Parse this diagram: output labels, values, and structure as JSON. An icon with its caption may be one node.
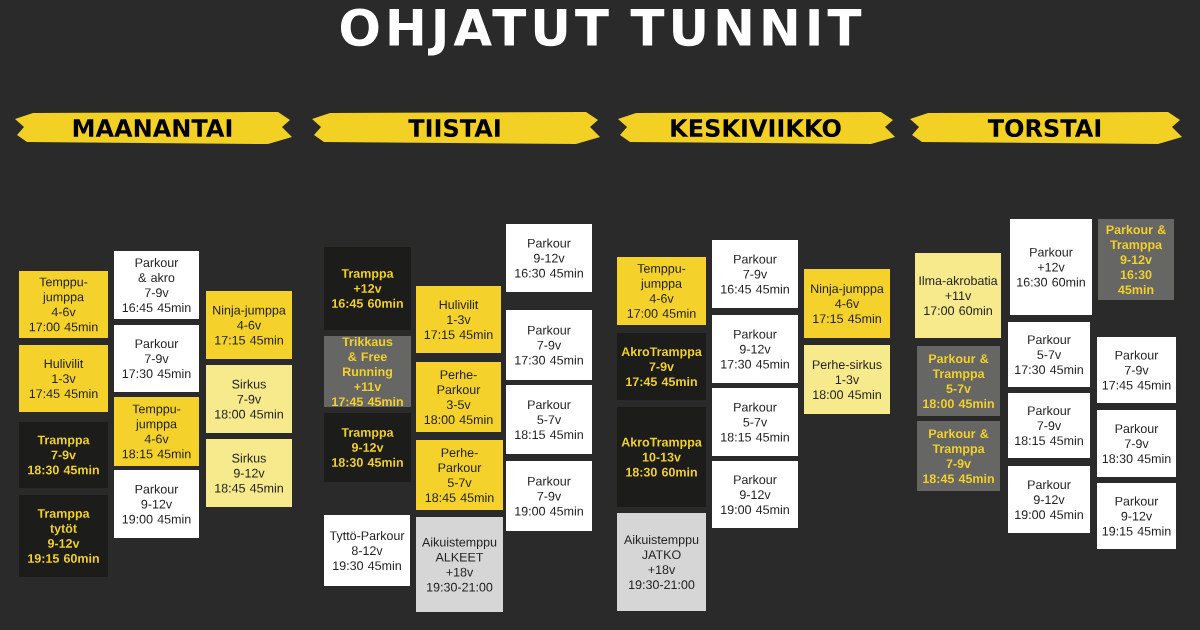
{
  "diagram": {
    "title": "OHJATUT TUNNIT",
    "nodes": [
      {
        "text": [
          "MAANANTAI"
        ]
      },
      {
        "text": [
          "TIISTAI"
        ]
      },
      {
        "text": [
          "KESKIVIIKKO"
        ]
      },
      {
        "text": [
          "TORSTAI"
        ]
      },
      {
        "text": [
          "Temppu-jumppa",
          "4-6v",
          "17:00 45min"
        ]
      },
      {
        "text": [
          "Hulivilit",
          "1-3v",
          "17:45 45min"
        ]
      },
      {
        "text": [
          "Tramppa",
          "7-9v",
          "18:30 45min"
        ]
      },
      {
        "text": [
          "Tramppa tytöt",
          "9-12v",
          "19:15 60min"
        ]
      },
      {
        "text": [
          "Parkour & akro",
          "7-9v",
          "16:45 45min"
        ]
      },
      {
        "text": [
          "Parkour",
          "7-9v",
          "17:30 45min"
        ]
      },
      {
        "text": [
          "Temppu-jumppa",
          "4-6v",
          "18:15 45min"
        ]
      },
      {
        "text": [
          "Parkour",
          "9-12v",
          "19:00 45min"
        ]
      },
      {
        "text": [
          "Ninja-jumppa",
          "4-6v",
          "17:15 45min"
        ]
      },
      {
        "text": [
          "Sirkus",
          "7-9v",
          "18:00 45min"
        ]
      },
      {
        "text": [
          "Sirkus",
          "9-12v",
          "18:45 45min"
        ]
      },
      {
        "text": [
          "Tramppa",
          "+12v",
          "16:45 60min"
        ]
      },
      {
        "text": [
          "Trikkaus & Free Running",
          "+11v",
          "17:45 45min"
        ]
      },
      {
        "text": [
          "Tramppa",
          "9-12v",
          "18:30 45min"
        ]
      },
      {
        "text": [
          "Tyttö-Parkour",
          "8-12v",
          "19:30 45min"
        ]
      },
      {
        "text": [
          "Hulivilit",
          "1-3v",
          "17:15 45min"
        ]
      },
      {
        "text": [
          "Perhe-Parkour",
          "3-5v",
          "18:00 45min"
        ]
      },
      {
        "text": [
          "Perhe-Parkour",
          "5-7v",
          "18:45 45min"
        ]
      },
      {
        "text": [
          "Aikuistemppu ALKEET",
          "+18v",
          "19:30-21:00"
        ]
      },
      {
        "text": [
          "Parkour",
          "9-12v",
          "16:30 45min"
        ]
      },
      {
        "text": [
          "Parkour",
          "7-9v",
          "17:30 45min"
        ]
      },
      {
        "text": [
          "Parkour",
          "5-7v",
          "18:15 45min"
        ]
      },
      {
        "text": [
          "Parkour",
          "7-9v",
          "19:00 45min"
        ]
      },
      {
        "text": [
          "Temppu-jumppa",
          "4-6v",
          "17:00 45min"
        ]
      },
      {
        "text": [
          "AkroTramppa",
          "7-9v",
          "17:45 45min"
        ]
      },
      {
        "text": [
          "AkroTramppa",
          "10-13v",
          "18:30 60min"
        ]
      },
      {
        "text": [
          "Aikuistemppu JATKO",
          "+18v",
          "19:30-21:00"
        ]
      },
      {
        "text": [
          "Parkour",
          "7-9v",
          "16:45 45min"
        ]
      },
      {
        "text": [
          "Parkour",
          "9-12v",
          "17:30 45min"
        ]
      },
      {
        "text": [
          "Parkour",
          "5-7v",
          "18:15 45min"
        ]
      },
      {
        "text": [
          "Parkour",
          "9-12v",
          "19:00 45min"
        ]
      },
      {
        "text": [
          "Ninja-jumppa",
          "4-6v",
          "17:15 45min"
        ]
      },
      {
        "text": [
          "Perhe-sirkus",
          "1-3v",
          "18:00 45min"
        ]
      },
      {
        "text": [
          "Ilma-akrobatia",
          "+11v",
          "17:00 60min"
        ]
      },
      {
        "text": [
          "Parkour & Tramppa",
          "5-7v",
          "18:00 45min"
        ]
      },
      {
        "text": [
          "Parkour & Tramppa",
          "7-9v",
          "18:45 45min"
        ]
      },
      {
        "text": [
          "Parkour",
          "+12v",
          "16:30 60min"
        ]
      },
      {
        "text": [
          "Parkour",
          "5-7v",
          "17:30 45min"
        ]
      },
      {
        "text": [
          "Parkour",
          "7-9v",
          "18:15 45min"
        ]
      },
      {
        "text": [
          "Parkour",
          "9-12v",
          "19:00 45min"
        ]
      },
      {
        "text": [
          "Parkour & Tramppa",
          "9-12v",
          "16:30 45min"
        ]
      },
      {
        "text": [
          "Parkour",
          "7-9v",
          "17:45 45min"
        ]
      },
      {
        "text": [
          "Parkour",
          "7-9v",
          "18:30 45min"
        ]
      },
      {
        "text": [
          "Parkour",
          "9-12v",
          "19:15 45min"
        ]
      }
    ]
  }
}
